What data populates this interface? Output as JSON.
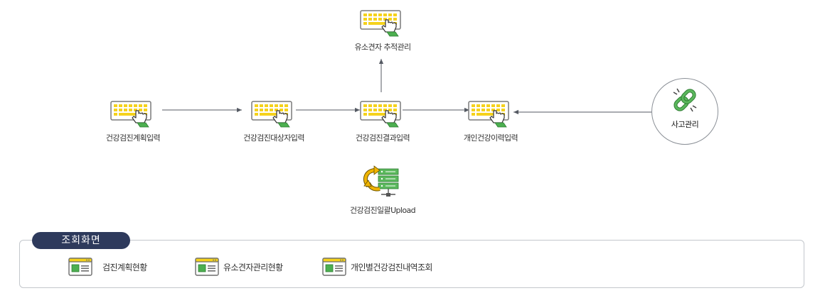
{
  "flow": {
    "nodes": [
      {
        "id": "plan",
        "label": "건강검진계획입력",
        "icon": "keyboard-pointer-icon"
      },
      {
        "id": "target",
        "label": "건강검진대상자입력",
        "icon": "keyboard-pointer-icon"
      },
      {
        "id": "result",
        "label": "건강검진결과입력",
        "icon": "keyboard-pointer-icon"
      },
      {
        "id": "history",
        "label": "개인건강이력입력",
        "icon": "keyboard-pointer-icon"
      },
      {
        "id": "tracking",
        "label": "유소견자 추적관리",
        "icon": "keyboard-pointer-icon"
      },
      {
        "id": "upload",
        "label": "건강검진일괄Upload",
        "icon": "server-sync-icon"
      }
    ],
    "external": {
      "label": "사고관리",
      "icon": "link-chain-icon"
    }
  },
  "query_panel": {
    "title": "조회화면",
    "items": [
      {
        "label": "검진계획현황",
        "icon": "browser-window-icon"
      },
      {
        "label": "유소견자관리현황",
        "icon": "browser-window-icon"
      },
      {
        "label": "개인별건강검진내역조회",
        "icon": "browser-window-icon"
      }
    ]
  },
  "colors": {
    "keyboard": "#f5d21c",
    "keyboard_border": "#7a7a7a",
    "hand_cuff": "#4caf50",
    "panel_tab": "#2e3a5c",
    "server_green": "#5bb85d",
    "sync_arrow": "#f0b400",
    "connector": "#555a63"
  }
}
